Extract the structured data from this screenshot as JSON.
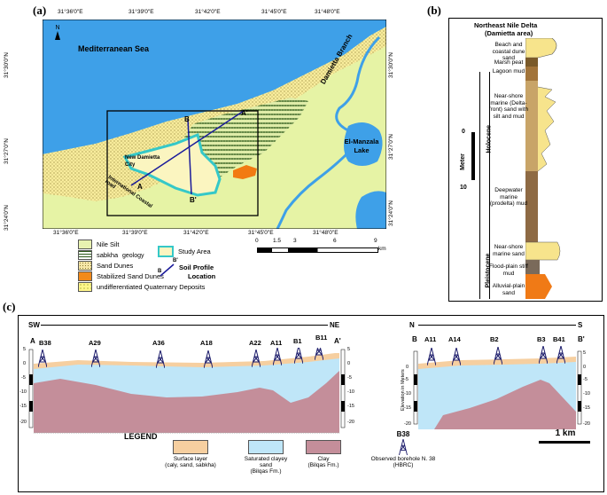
{
  "panel_a": {
    "letter": "(a)",
    "top_ticks": [
      "31°36'0\"E",
      "31°39'0\"E",
      "31°42'0\"E",
      "31°45'0\"E",
      "31°48'0\"E"
    ],
    "bottom_ticks": [
      "31°36'0\"E",
      "31°39'0\"E",
      "31°42'0\"E",
      "31°45'0\"E",
      "31°48'0\"E"
    ],
    "left_ticks": [
      "31°30'0\"N",
      "31°27'0\"N",
      "31°24'0\"N"
    ],
    "right_ticks": [
      "31°30'0\"N",
      "31°27'0\"N",
      "31°24'0\"N"
    ],
    "north": "N",
    "sea_label": "Mediterranean Sea",
    "branch_label": "Damietta Branch",
    "lake_label": "El-Manzala Lake",
    "city_label": "New Damietta City",
    "road_label": "International Coastal road",
    "points": {
      "A": "A",
      "A_prime": "A'",
      "B": "B",
      "B_prime": "B'"
    },
    "scale_ticks": [
      "0",
      "1.5",
      "3",
      "6",
      "9"
    ],
    "scale_unit": "km",
    "legend_title": "geology",
    "legend": [
      {
        "label": "Nile Silt",
        "color": "#e8f2b0"
      },
      {
        "label": "sabkha",
        "color": "#ffffff"
      },
      {
        "label": "Sand Dunes",
        "color": "#f6e7a8"
      },
      {
        "label": "Stabilized Sand Dunes",
        "color": "#f28a1a"
      },
      {
        "label": "undifferentiated Quaternary Deposits",
        "color": "#fff58a"
      }
    ],
    "legend_study": "Study Area",
    "legend_soil_1": "Soil Profile",
    "legend_soil_2": "Location",
    "legend_soil_points": {
      "B": "B",
      "B_prime": "B'"
    }
  },
  "panel_b": {
    "letter": "(b)",
    "title_1": "Northeast Nile Delta",
    "title_2": "(Damietta area)",
    "scale_top": "0",
    "scale_unit": "Meter",
    "scale_bottom": "10",
    "epoch_holocene": "Holocene",
    "epoch_pleistocene": "Pleistocene",
    "units": [
      {
        "label": "Beach and coastal dune sand"
      },
      {
        "label": "Marsh peat"
      },
      {
        "label": "Lagoon mud"
      },
      {
        "label": "Near-shore marine (Delta-front) sand with silt and mud"
      },
      {
        "label": "Deepwater marine (prodelta) mud"
      },
      {
        "label": "Near-shore marine sand"
      },
      {
        "label": "Flood-plain stiff mud"
      },
      {
        "label": "Alluvial-plain sand"
      }
    ]
  },
  "panel_c": {
    "letter": "(c)",
    "left": {
      "dir_left": "SW",
      "dir_right": "NE",
      "end_left": "A",
      "end_right": "A'",
      "boreholes": [
        "B38",
        "A29",
        "A36",
        "A18",
        "A22",
        "A11",
        "B1",
        "B11"
      ]
    },
    "right": {
      "dir_left": "N",
      "dir_right": "S",
      "end_left": "B",
      "end_right": "B'",
      "boreholes": [
        "A11",
        "A14",
        "B2",
        "B3",
        "B41"
      ]
    },
    "y_ticks": [
      "5",
      "0",
      "-5",
      "-10",
      "-15",
      "-20"
    ],
    "y_axis_label": "Elevation in Meters",
    "legend_title": "LEGEND",
    "legend": [
      {
        "line1": "Surface layer",
        "line2": "(caly, sand, sabkha)",
        "color": "#f6cfa0"
      },
      {
        "line1": "Saturated clayey",
        "line2": "sand",
        "line3": "(Bilqas Fm.)",
        "color": "#bfe6f8"
      },
      {
        "line1": "Clay",
        "line2": "(Bilqas Fm.)",
        "color": "#c48e9a"
      }
    ],
    "borehole_legend_code": "B38",
    "borehole_legend_1": "Observed borehole N. 38",
    "borehole_legend_2": "(HBRC)",
    "scale": "1 km"
  }
}
